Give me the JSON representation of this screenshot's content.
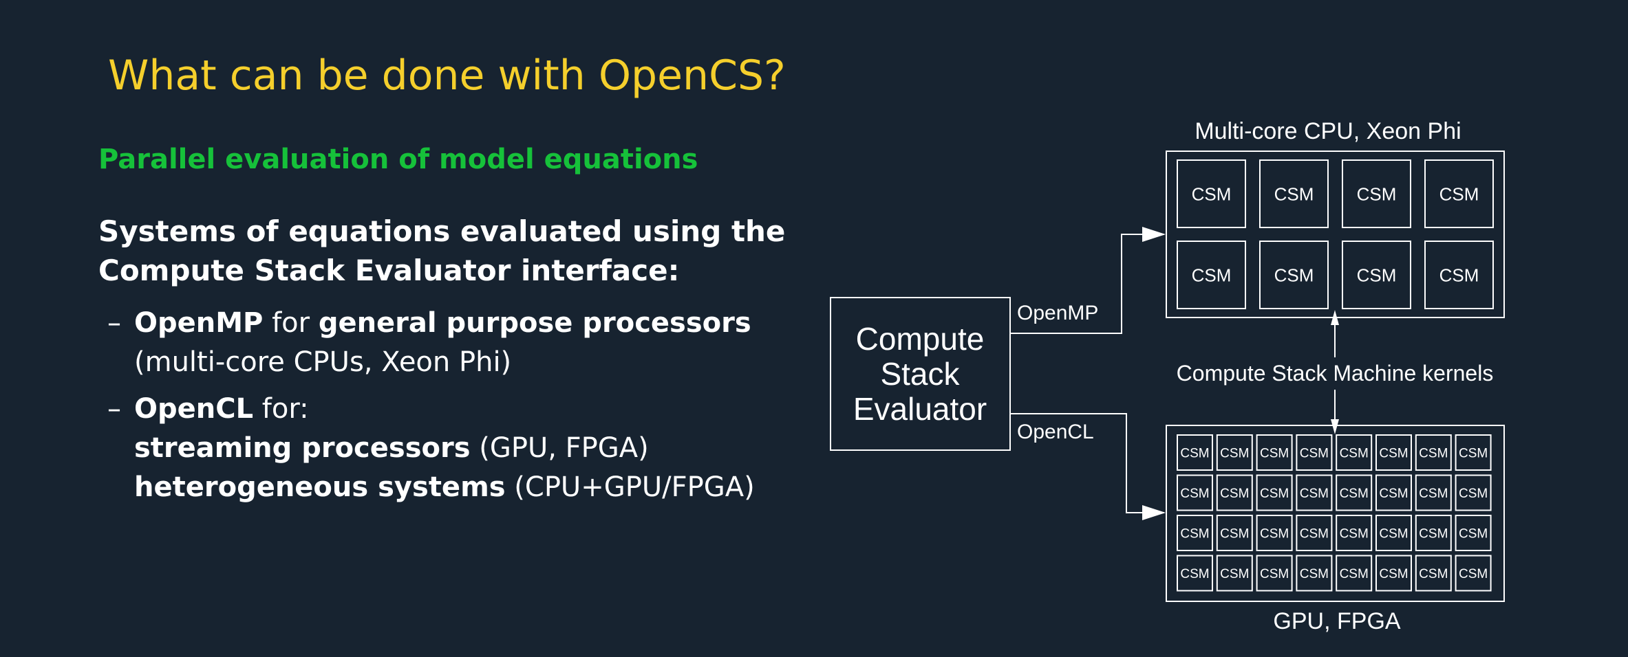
{
  "slide": {
    "title": "What can be done with OpenCS?",
    "subtitle": "Parallel evaluation of model equations",
    "intro_line1": "Systems of equations evaluated using the",
    "intro_line2": "Compute Stack Evaluator interface:",
    "bullets": [
      {
        "dash": "–",
        "bold1": "OpenMP",
        "text1": " for ",
        "bold2": "general purpose processors",
        "line2": "(multi-core CPUs, Xeon Phi)"
      },
      {
        "dash": "–",
        "bold1": "OpenCL",
        "text1": " for:",
        "line2_bold": "streaming processors",
        "line2_text": " (GPU, FPGA)",
        "line3_bold": "heterogeneous systems",
        "line3_text": " (CPU+GPU/FPGA)"
      }
    ]
  },
  "diagram": {
    "evaluator_lines": [
      "Compute",
      "Stack",
      "Evaluator"
    ],
    "openmp_label": "OpenMP",
    "opencl_label": "OpenCL",
    "cpu_title": "Multi-core CPU, Xeon Phi",
    "gpu_title": "GPU, FPGA",
    "kernels_label": "Compute Stack Machine kernels",
    "csm_label": "CSM",
    "cpu_grid": {
      "rows": 2,
      "cols": 4
    },
    "gpu_grid": {
      "rows": 4,
      "cols": 8
    }
  },
  "colors": {
    "background": "#172330",
    "title": "#f5cf2c",
    "subtitle": "#16c13a",
    "text": "#ffffff"
  }
}
